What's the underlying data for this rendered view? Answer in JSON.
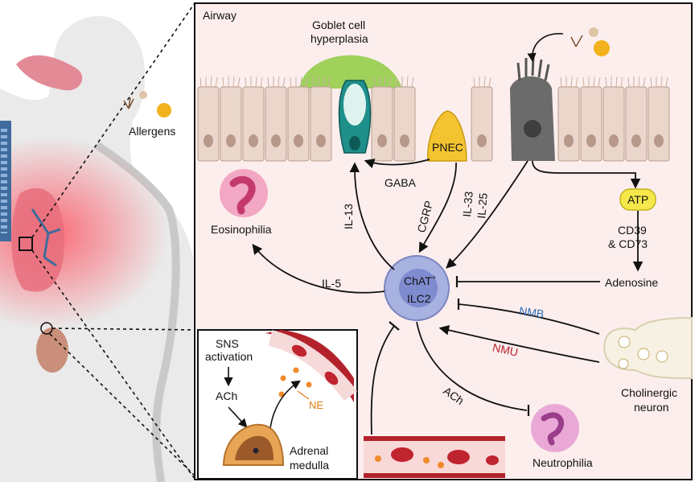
{
  "panel_title": "Airway",
  "labels": {
    "goblet_line1": "Goblet cell",
    "goblet_line2": "hyperplasia",
    "allergens": "Allergens",
    "pnec": "PNEC",
    "gaba": "GABA",
    "il13": "IL-13",
    "cgrp": "CGRP",
    "il33": "IL-33",
    "il25": "IL-25",
    "atp": "ATP",
    "cd39_line1": "CD39",
    "cd39_line2": "& CD73",
    "adenosine": "Adenosine",
    "eosinophilia": "Eosinophilia",
    "il5": "IL-5",
    "ilc2_line1": "ChAT",
    "ilc2_sup": "+",
    "ilc2_line2": "ILC2",
    "nmb": "NMB",
    "nmu": "NMU",
    "ach": "ACh",
    "cholinergic_line1": "Cholinergic",
    "cholinergic_line2": "neuron",
    "neutrophilia": "Neutrophilia"
  },
  "inset": {
    "sns_line1": "SNS",
    "sns_line2": "activation",
    "ach": "ACh",
    "ne": "NE",
    "adrenal_line1": "Adrenal",
    "adrenal_line2": "medulla"
  },
  "colors": {
    "panel_bg": "#fdeeee",
    "epithelium": "#ead6cb",
    "goblet_mucus": "#9fd15b",
    "goblet_cell": "#1f8f8a",
    "pnec": "#f4c430",
    "damaged_cell": "#6b6b6b",
    "ilc2": "#a8b2e0",
    "eosinophil": "#f2a7c3",
    "neutrophil": "#e9a8d6",
    "nmb_text": "#2f6db5",
    "nmu_text": "#b5202a",
    "ne_text": "#e07a10",
    "vessel": "#b3222b",
    "atp": "#f6e84a"
  }
}
